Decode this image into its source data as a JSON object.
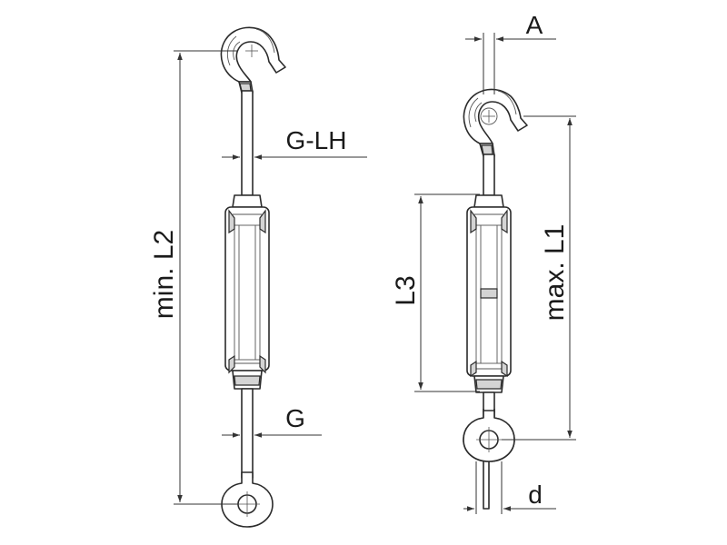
{
  "diagram": {
    "left_view": {
      "min_length_label": "min. L2",
      "left_hand_thread_label": "G-LH",
      "thread_label": "G"
    },
    "right_view": {
      "hook_opening_label": "A",
      "max_length_label": "max. L1",
      "body_length_label": "L3",
      "eye_diameter_label": "d"
    }
  }
}
